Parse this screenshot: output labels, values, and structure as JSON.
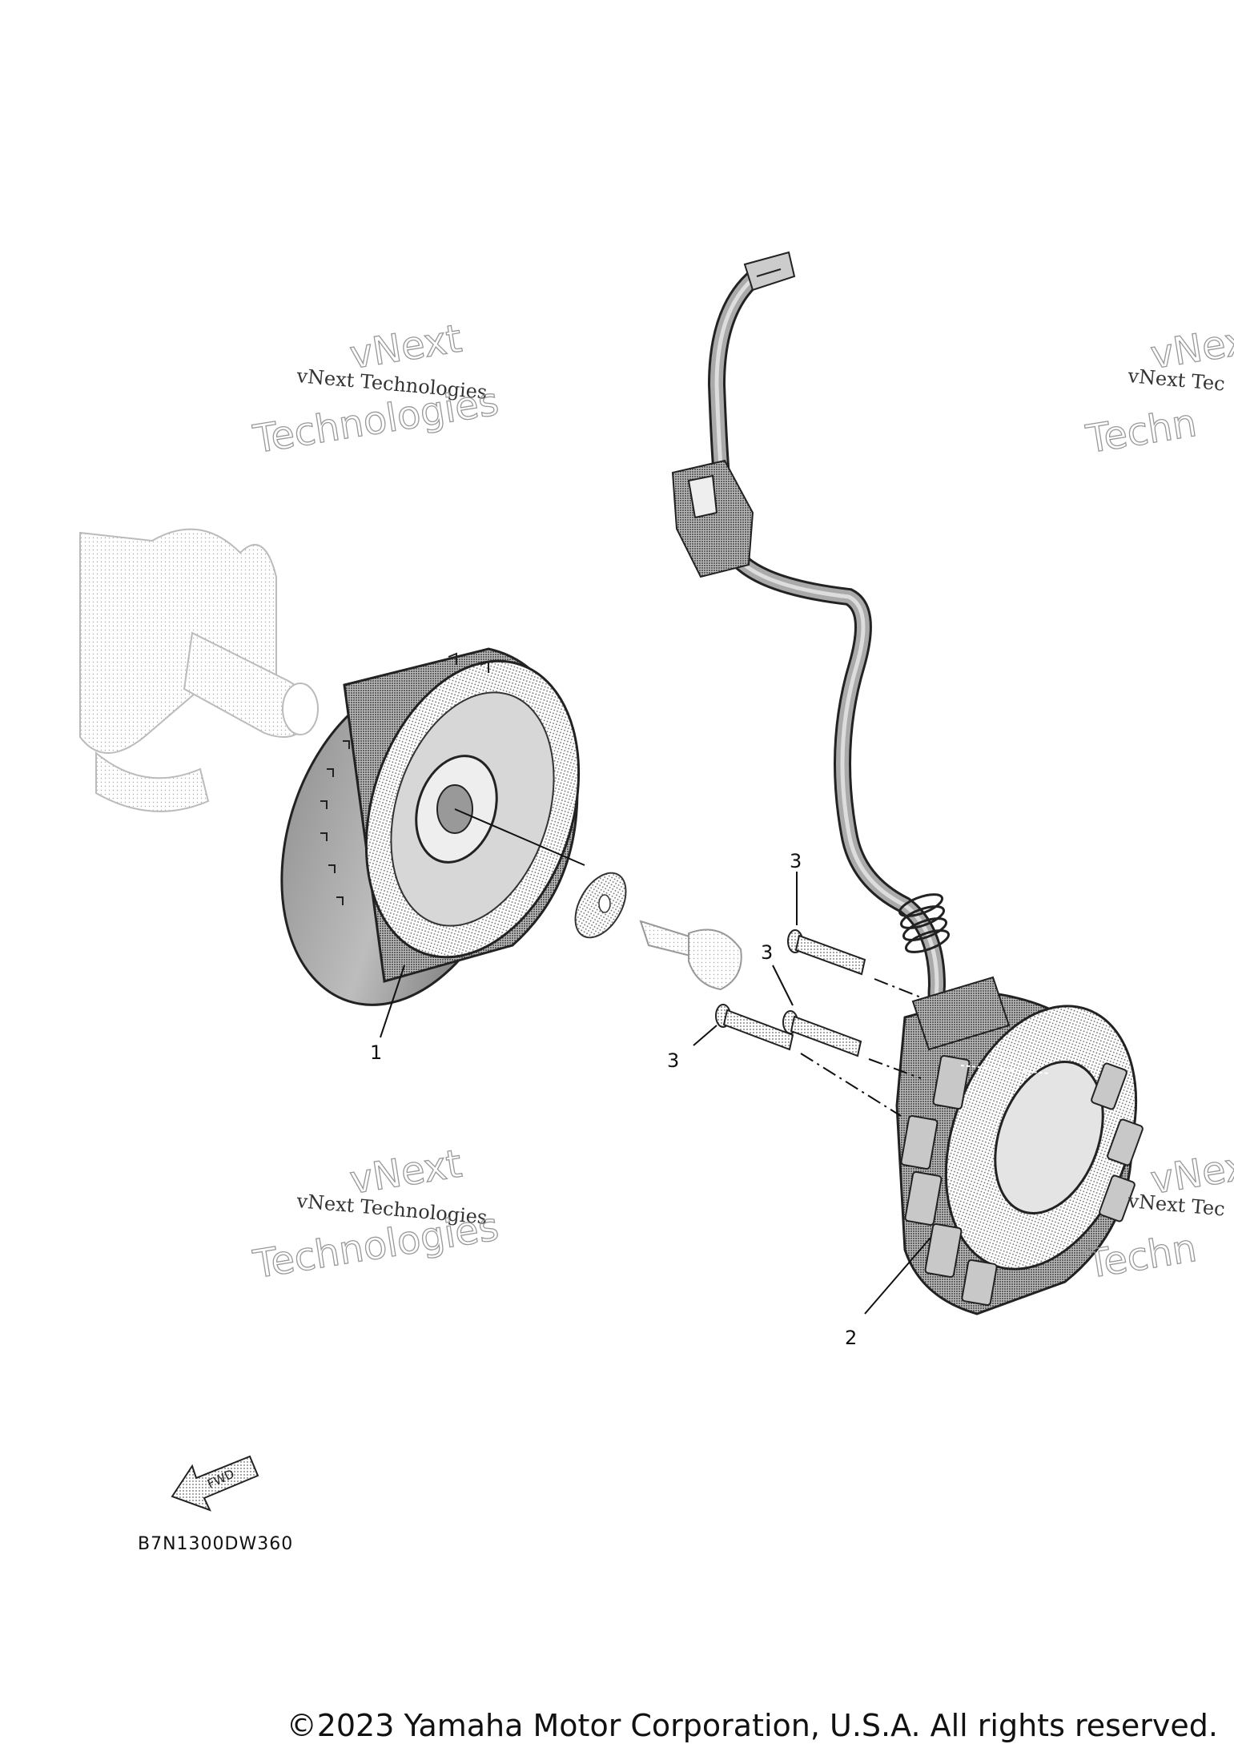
{
  "diagram": {
    "callouts": [
      "1",
      "2",
      "3",
      "3",
      "3"
    ],
    "diagram_code": "B7N1300DW360",
    "fwd_label": "FWD",
    "copyright": "©2023 Yamaha Motor Corporation, U.S.A. All rights reserved."
  },
  "watermarks": [
    {
      "line1": "vNext Technologies",
      "line2": "vNext",
      "line3": "Technologies"
    },
    {
      "line1": "vNext Tec",
      "line2": "vNext",
      "line3": "Techn"
    },
    {
      "line1": "vNext Technologies",
      "line2": "vNext",
      "line3": "Technologies"
    },
    {
      "line1": "vNext Tec",
      "line2": "vNext",
      "line3": "Techn"
    }
  ]
}
